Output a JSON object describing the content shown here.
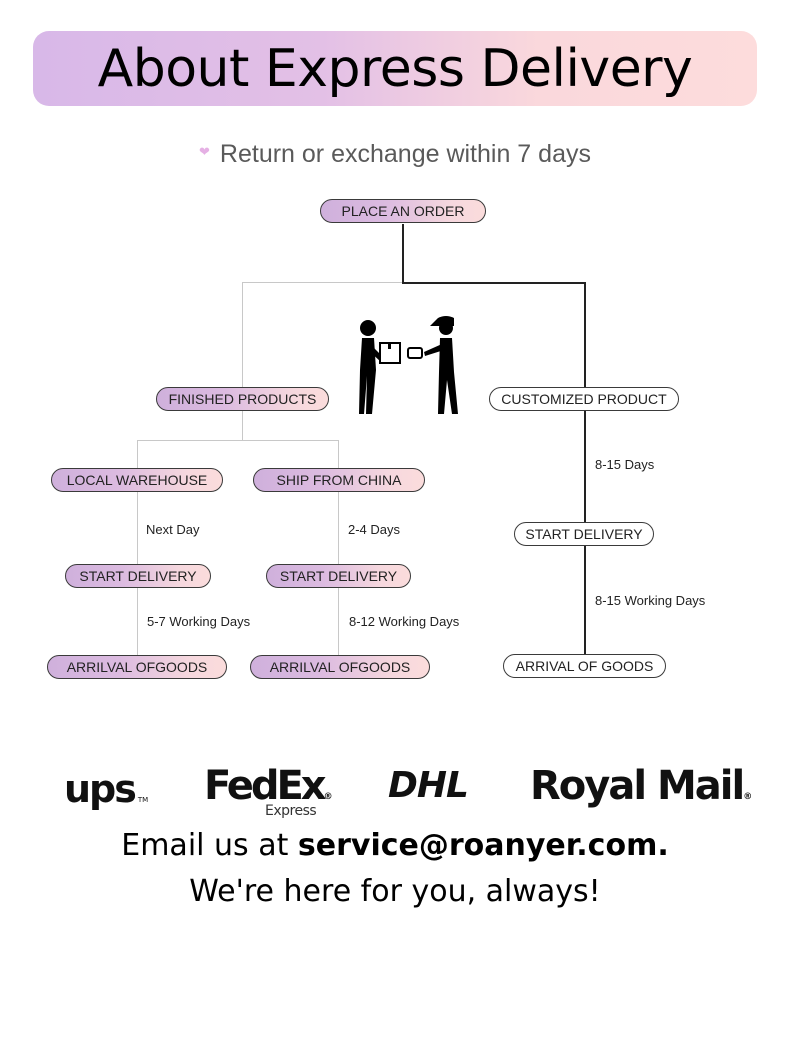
{
  "header": {
    "title": "About Express Delivery"
  },
  "subtitle": {
    "icon": "heart-icon",
    "text": "Return or exchange within 7 days"
  },
  "flow": {
    "root": "PLACE AN ORDER",
    "finished": {
      "label": "FINISHED PRODUCTS",
      "local": {
        "label": "LOCAL WAREHOUSE",
        "step1_time": "Next Day",
        "start": "START DELIVERY",
        "step2_time": "5-7 Working Days",
        "arrival": "ARRILVAL OFGOODS"
      },
      "china": {
        "label": "SHIP FROM CHINA",
        "step1_time": "2-4 Days",
        "start": "START DELIVERY",
        "step2_time": "8-12 Working Days",
        "arrival": "ARRILVAL OFGOODS"
      }
    },
    "customized": {
      "label": "CUSTOMIZED PRODUCT",
      "step1_time": "8-15 Days",
      "start": "START DELIVERY",
      "step2_time": "8-15 Working Days",
      "arrival": "ARRIVAL OF GOODS"
    },
    "illustration": "delivery-handover-icon"
  },
  "carriers": {
    "ups": "ups",
    "ups_mark": "TM",
    "fedex": "FedEx",
    "fedex_sub": "Express",
    "dhl": "DHL",
    "royalmail": "Royal Mail"
  },
  "contact": {
    "line1_prefix": "Email us at ",
    "email": "service@roanyer.com.",
    "line2": "We're here for you, always!"
  }
}
